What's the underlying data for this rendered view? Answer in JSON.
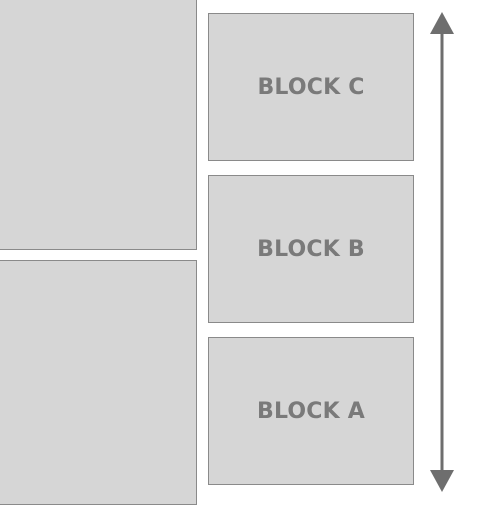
{
  "colors": {
    "block_fill": "#d6d6d6",
    "block_border": "#8a8a8a",
    "label_text": "#7a7a7a",
    "arrow": "#6e6e6e",
    "background": "#ffffff"
  },
  "blocks": [
    {
      "label": "BLOCK C"
    },
    {
      "label": "BLOCK B"
    },
    {
      "label": "BLOCK A"
    }
  ],
  "arrow": {
    "direction": "bidirectional-vertical",
    "icon": "double-headed-arrow-icon"
  }
}
